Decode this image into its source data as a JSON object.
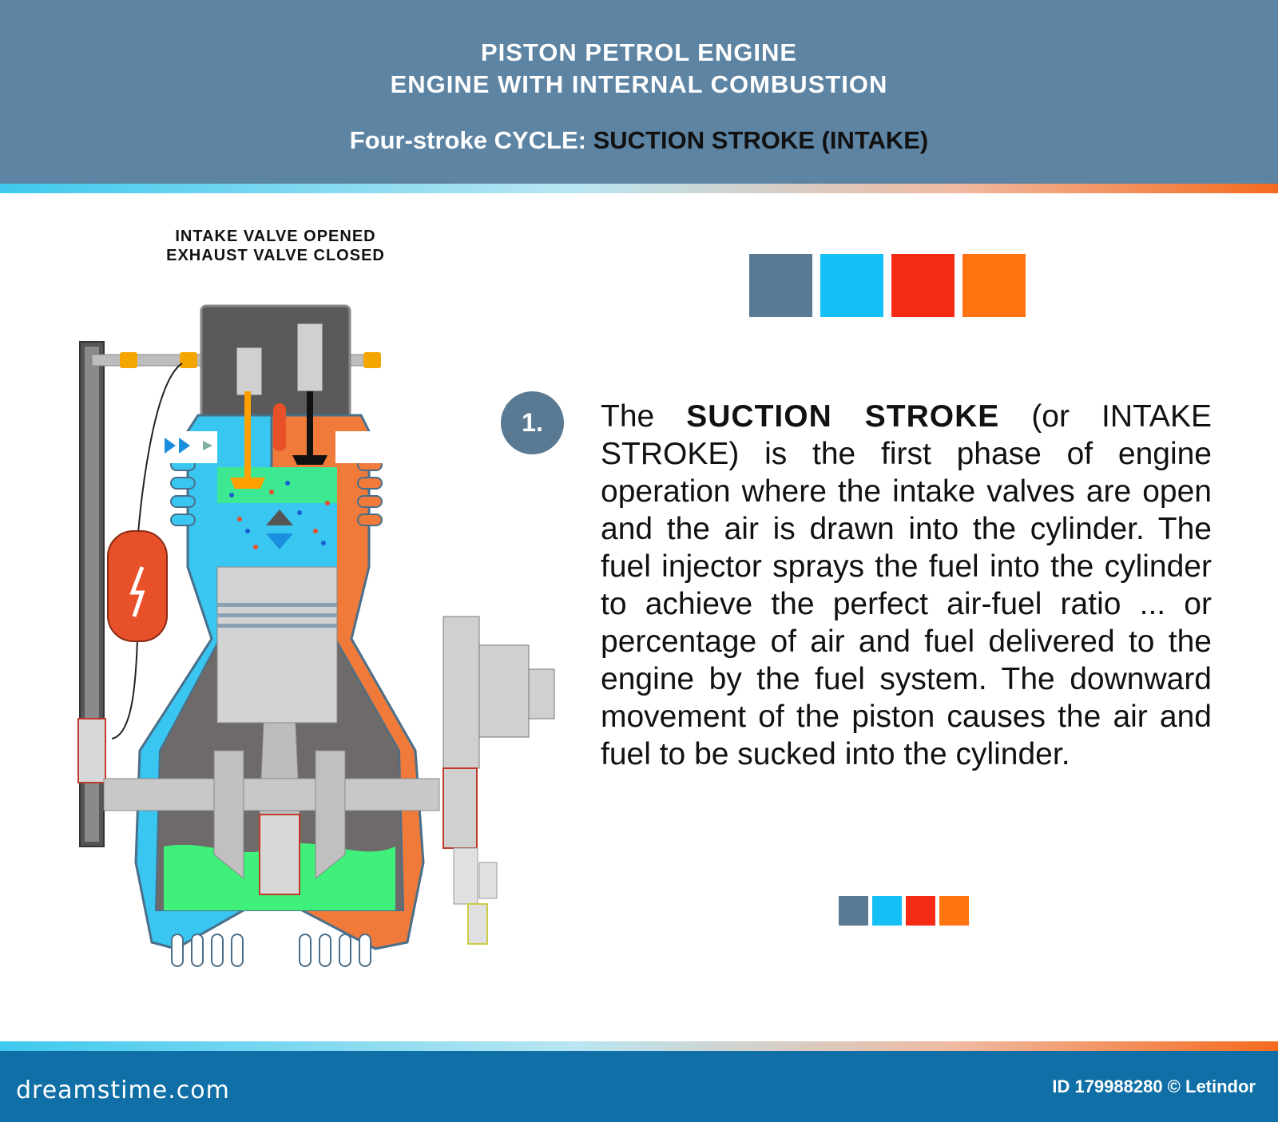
{
  "header": {
    "line1": "PISTON PETROL ENGINE",
    "line2": "ENGINE WITH INTERNAL COMBUSTION",
    "cycle_prefix": "Four-stroke CYCLE:",
    "cycle_stage": "SUCTION STROKE (INTAKE)"
  },
  "diagram": {
    "valve_status_line1": "INTAKE VALVE OPENED",
    "valve_status_line2": "EXHAUST VALVE CLOSED",
    "colors": {
      "intake_blue": "#39c6f0",
      "exhaust_orange": "#f07a3a",
      "mixture_green": "#3ff07a",
      "coil_red": "#e8502a",
      "valve_orange": "#ffa000",
      "steel_gray": "#c8c8c8"
    }
  },
  "swatches": [
    {
      "name": "slate",
      "color": "#5a7a93"
    },
    {
      "name": "cyan",
      "color": "#14c0f5"
    },
    {
      "name": "red",
      "color": "#f52a14"
    },
    {
      "name": "orange",
      "color": "#ff7310"
    }
  ],
  "step": {
    "number": "1.",
    "text_intro": "The",
    "text_bold": "SUCTION STROKE",
    "text_body": "(or INTAKE STROKE) is the first phase of engine operation where the intake valves are open and the air is drawn into the cylinder. The fuel injector sprays the fuel into the cylinder to achieve the perfect air-fuel ratio ... or percentage of air and fuel delivered to the engine by the fuel system. The downward movement of the piston causes the air and fuel to be sucked into the cylinder."
  },
  "footer": {
    "brand": "dreamstime.com",
    "credit": "ID 179988280 © Letindor"
  }
}
